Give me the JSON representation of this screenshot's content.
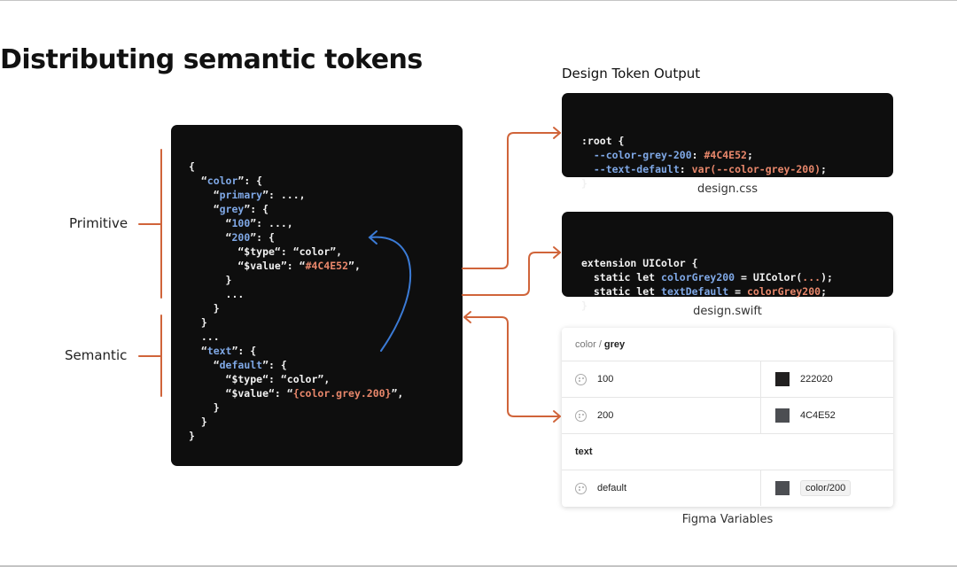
{
  "page": {
    "title": "Distributing semantic tokens"
  },
  "labels": {
    "primitive": "Primitive",
    "semantic": "Semantic"
  },
  "json_source": {
    "lines": [
      [
        {
          "t": "{",
          "c": "p"
        }
      ],
      [
        {
          "t": "  “",
          "c": "p"
        },
        {
          "t": "color",
          "c": "k"
        },
        {
          "t": "”: {",
          "c": "p"
        }
      ],
      [
        {
          "t": "    “",
          "c": "p"
        },
        {
          "t": "primary",
          "c": "k"
        },
        {
          "t": "”: ...,",
          "c": "p"
        }
      ],
      [
        {
          "t": "    “",
          "c": "p"
        },
        {
          "t": "grey",
          "c": "k"
        },
        {
          "t": "”: {",
          "c": "p"
        }
      ],
      [
        {
          "t": "      “",
          "c": "p"
        },
        {
          "t": "100",
          "c": "k"
        },
        {
          "t": "”: ...,",
          "c": "p"
        }
      ],
      [
        {
          "t": "      “",
          "c": "p"
        },
        {
          "t": "200",
          "c": "k"
        },
        {
          "t": "”: {",
          "c": "p"
        }
      ],
      [
        {
          "t": "        “$type“: “color”,",
          "c": "p"
        }
      ],
      [
        {
          "t": "        “$value”: “",
          "c": "p"
        },
        {
          "t": "#4C4E52",
          "c": "v"
        },
        {
          "t": "”,",
          "c": "p"
        }
      ],
      [
        {
          "t": "      }",
          "c": "p"
        }
      ],
      [
        {
          "t": "      ...",
          "c": "p"
        }
      ],
      [
        {
          "t": "    }",
          "c": "p"
        }
      ],
      [
        {
          "t": "  }",
          "c": "p"
        }
      ],
      [
        {
          "t": "  ...",
          "c": "p"
        }
      ],
      [
        {
          "t": "  “",
          "c": "p"
        },
        {
          "t": "text",
          "c": "k"
        },
        {
          "t": "”: {",
          "c": "p"
        }
      ],
      [
        {
          "t": "    “",
          "c": "p"
        },
        {
          "t": "default",
          "c": "k"
        },
        {
          "t": "”: {",
          "c": "p"
        }
      ],
      [
        {
          "t": "      “$type“: “color”,",
          "c": "p"
        }
      ],
      [
        {
          "t": "      “$value“: “",
          "c": "p"
        },
        {
          "t": "{color.grey.200}",
          "c": "v"
        },
        {
          "t": "”,",
          "c": "p"
        }
      ],
      [
        {
          "t": "    }",
          "c": "p"
        }
      ],
      [
        {
          "t": "  }",
          "c": "p"
        }
      ],
      [
        {
          "t": "}",
          "c": "p"
        }
      ]
    ]
  },
  "output": {
    "title": "Design Token Output",
    "css": {
      "caption": "design.css",
      "lines": [
        [
          {
            "t": ":root {",
            "c": "p"
          }
        ],
        [
          {
            "t": "  --color-grey-200",
            "c": "k"
          },
          {
            "t": ": ",
            "c": "p"
          },
          {
            "t": "#4C4E52",
            "c": "v"
          },
          {
            "t": ";",
            "c": "p"
          }
        ],
        [
          {
            "t": "  --text-default",
            "c": "k"
          },
          {
            "t": ": ",
            "c": "p"
          },
          {
            "t": "var(--color-grey-200)",
            "c": "v"
          },
          {
            "t": ";",
            "c": "p"
          }
        ],
        [
          {
            "t": "}",
            "c": "p"
          }
        ]
      ]
    },
    "swift": {
      "caption": "design.swift",
      "lines": [
        [
          {
            "t": "extension UIColor {",
            "c": "p"
          }
        ],
        [
          {
            "t": "  static let ",
            "c": "p"
          },
          {
            "t": "colorGrey200",
            "c": "k"
          },
          {
            "t": " = UIColor(",
            "c": "p"
          },
          {
            "t": "...",
            "c": "v"
          },
          {
            "t": ");",
            "c": "p"
          }
        ],
        [
          {
            "t": "  static let ",
            "c": "p"
          },
          {
            "t": "textDefault",
            "c": "k"
          },
          {
            "t": " = ",
            "c": "p"
          },
          {
            "t": "colorGrey200",
            "c": "v"
          },
          {
            "t": ";",
            "c": "p"
          }
        ],
        [
          {
            "t": "}",
            "c": "p"
          }
        ]
      ]
    }
  },
  "figma": {
    "caption": "Figma Variables",
    "breadcrumb": {
      "parent": "color",
      "separator": "/",
      "current": "grey"
    },
    "rows": [
      {
        "icon": "palette-icon",
        "name": "100",
        "swatch": "#222020",
        "value": "222020"
      },
      {
        "icon": "palette-icon",
        "name": "200",
        "swatch": "#4C4E52",
        "value": "4C4E52"
      }
    ],
    "group2": "text",
    "alias_row": {
      "icon": "palette-icon",
      "name": "default",
      "swatch": "#4C4E52",
      "alias": "color/200"
    }
  },
  "colors": {
    "accent_connector": "#D0643A",
    "reference_arrow": "#3B7BD6",
    "code_bg": "#0E0E0E"
  }
}
